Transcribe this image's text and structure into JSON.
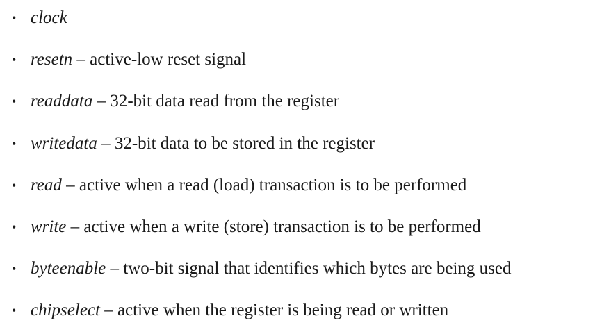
{
  "bullet_glyph": "•",
  "signals": [
    {
      "name": "clock",
      "separator": "",
      "description": ""
    },
    {
      "name": "resetn",
      "separator": " – ",
      "description": "active-low reset signal"
    },
    {
      "name": "readdata",
      "separator": " – ",
      "description": "32-bit data read from the register"
    },
    {
      "name": "writedata",
      "separator": " – ",
      "description": "32-bit data to be stored in the register"
    },
    {
      "name": "read",
      "separator": " – ",
      "description": "active when a read (load) transaction is to be performed"
    },
    {
      "name": "write",
      "separator": " – ",
      "description": "active when a write (store) transaction is to be performed"
    },
    {
      "name": "byteenable",
      "separator": " – ",
      "description": "two-bit signal that identifies which bytes are being used"
    },
    {
      "name": "chipselect",
      "separator": " – ",
      "description": "active when the register is being read or written"
    }
  ]
}
